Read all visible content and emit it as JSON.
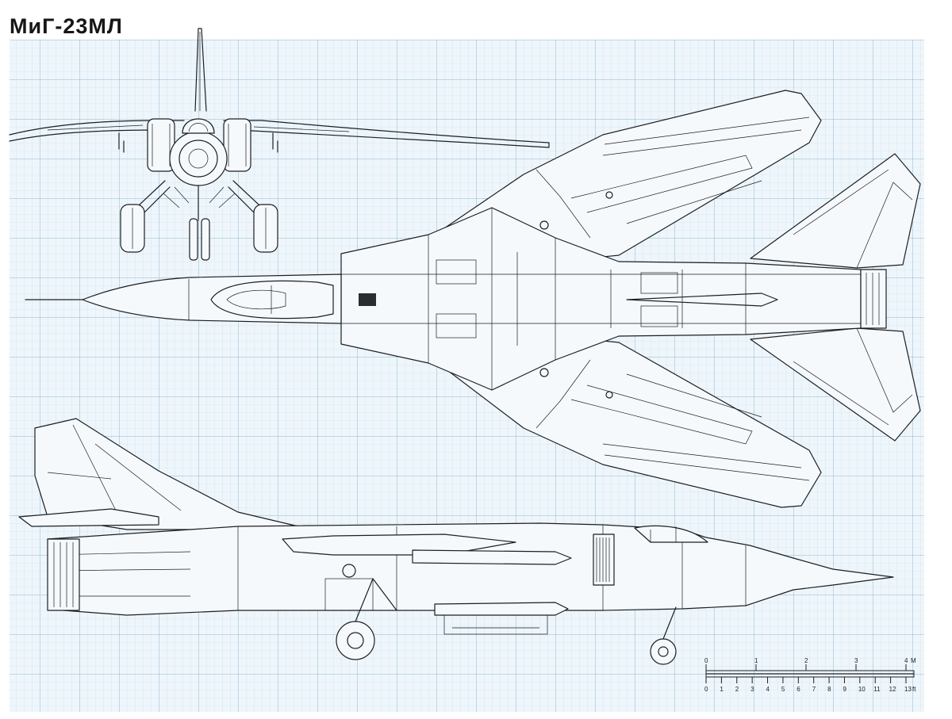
{
  "title": "МиГ-23МЛ",
  "colors": {
    "paper": "#eef6fb",
    "grid_minor": "#c6dcea",
    "grid_major": "#90b6cf",
    "ink": "#1b1f24"
  },
  "views": {
    "front": "front-view",
    "top": "top-view",
    "side": "side-view"
  },
  "scale_bar": {
    "metric_unit": "M",
    "metric_ticks": [
      "0",
      "1",
      "2",
      "3",
      "4"
    ],
    "imperial_unit": "ft",
    "imperial_ticks": [
      "0",
      "1",
      "2",
      "3",
      "4",
      "5",
      "6",
      "7",
      "8",
      "9",
      "10",
      "11",
      "12",
      "13"
    ]
  }
}
